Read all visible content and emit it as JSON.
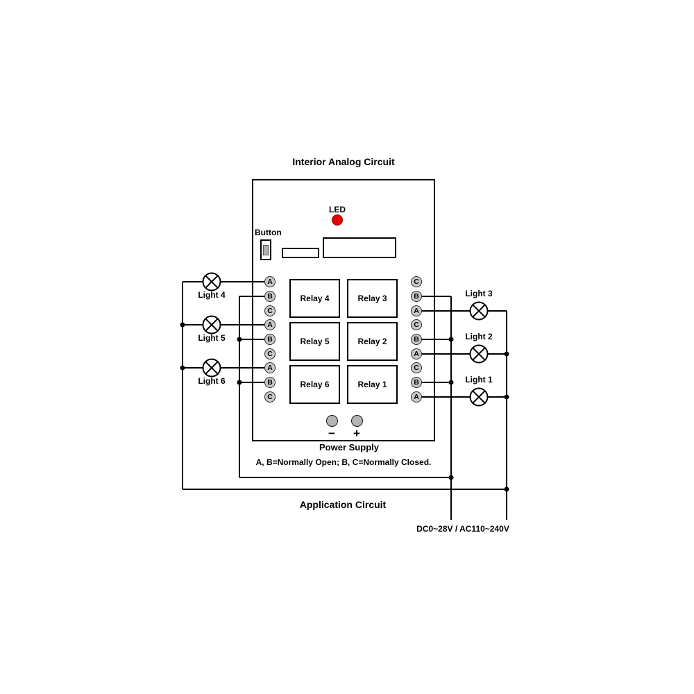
{
  "title": "Interior Analog Circuit",
  "device": {
    "led_label": "LED",
    "button_label": "Button",
    "relays": [
      "Relay 4",
      "Relay 3",
      "Relay 5",
      "Relay 2",
      "Relay 6",
      "Relay 1"
    ],
    "power": {
      "label": "Power Supply",
      "minus": "−",
      "plus": "+"
    },
    "note": "A, B=Normally Open;  B, C=Normally Closed."
  },
  "terminals": {
    "left": [
      "A",
      "B",
      "C",
      "A",
      "B",
      "C",
      "A",
      "B",
      "C"
    ],
    "right": [
      "C",
      "B",
      "A",
      "C",
      "B",
      "A",
      "C",
      "B",
      "A"
    ]
  },
  "lights": {
    "left": [
      "Light 4",
      "Light 5",
      "Light 6"
    ],
    "right": [
      "Light 3",
      "Light 2",
      "Light 1"
    ]
  },
  "footer": {
    "app_label": "Application Circuit",
    "rating": "DC0~28V / AC110~240V"
  },
  "colors": {
    "led": "#e60000",
    "terminal_fill": "#c9c9c9",
    "power_terminal_fill": "#b5b5b5",
    "button_fill": "#b0b0b0",
    "wire": "#000000"
  }
}
